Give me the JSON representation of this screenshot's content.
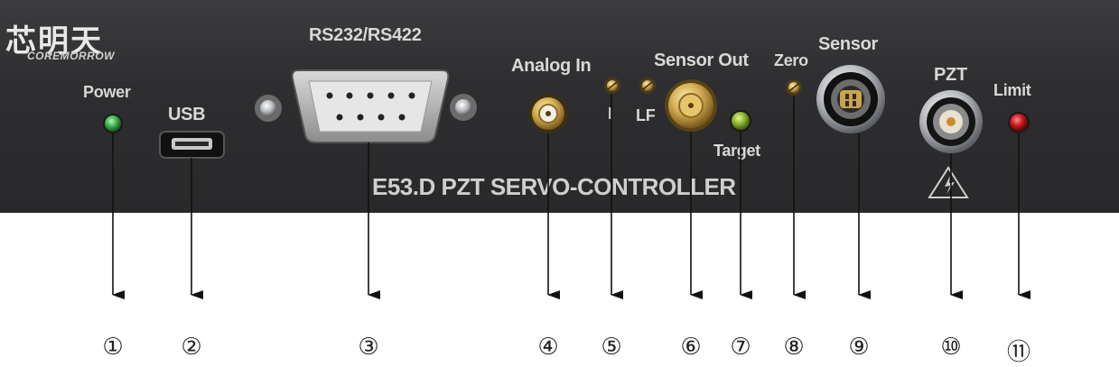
{
  "brand": {
    "name": "芯明天",
    "subtitle": "COREMORROW"
  },
  "model": "E53.D PZT SERVO-CONTROLLER",
  "labels": {
    "power": "Power",
    "usb": "USB",
    "rs232": "RS232/RS422",
    "analog_in": "Analog In",
    "i": "I",
    "lf": "LF",
    "sensor_out": "Sensor Out",
    "target": "Target",
    "zero": "Zero",
    "sensor": "Sensor",
    "pzt": "PZT",
    "limit": "Limit"
  },
  "callouts": [
    "①",
    "②",
    "③",
    "④",
    "⑤",
    "⑥",
    "⑦",
    "⑧",
    "⑨",
    "⑩",
    "⑪"
  ],
  "colors": {
    "power_led": "#3fb34f",
    "target_led": "#8fb52e",
    "limit_led": "#c4181c",
    "gold": "#c9a44a"
  }
}
